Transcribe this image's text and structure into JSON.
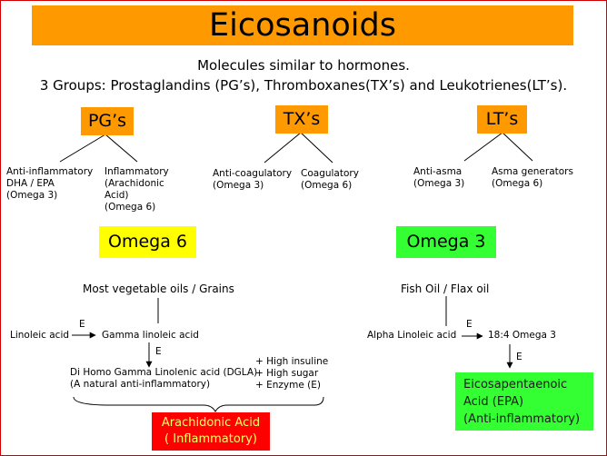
{
  "title": "Eicosanoids",
  "subtitle_1": "Molecules similar to hormones.",
  "subtitle_2": "3 Groups: Prostaglandins (PG’s), Thromboxanes(TX’s) and Leukotrienes(LT’s).",
  "groups": {
    "pg": {
      "label": "PG’s",
      "left": [
        "Anti-inflammatory",
        "DHA / EPA",
        "(Omega 3)"
      ],
      "right": [
        "Inflammatory",
        "(Arachidonic",
        "Acid)",
        "(Omega 6)"
      ]
    },
    "tx": {
      "label": "TX’s",
      "left": [
        "Anti-coagulatory",
        "(Omega 3)"
      ],
      "right": [
        "Coagulatory",
        "(Omega 6)"
      ]
    },
    "lt": {
      "label": "LT’s",
      "left": [
        "Anti-asma",
        "(Omega 3)"
      ],
      "right": [
        "Asma generators",
        "(Omega 6)"
      ]
    }
  },
  "omega6": {
    "label": "Omega 6",
    "source": "Most vegetable oils / Grains",
    "start": "Linoleic acid",
    "enzyme_1": "E",
    "step_1": "Gamma linoleic acid",
    "enzyme_2": "E",
    "step_2_lines": [
      "Di Homo Gamma Linolenic acid (DGLA)",
      "(A natural anti-inflammatory)"
    ],
    "factors": [
      "+ High insuline",
      "+ High sugar",
      "+ Enzyme (E)"
    ],
    "result_lines": [
      "Arachidonic Acid",
      "( Inflammatory)"
    ]
  },
  "omega3": {
    "label": "Omega 3",
    "source": "Fish Oil / Flax oil",
    "start": "Alpha Linoleic acid",
    "enzyme_1": "E",
    "step_1": "18:4 Omega 3",
    "enzyme_2": "E",
    "result_lines": [
      "Eicosapentaenoic",
      "Acid (EPA)",
      "(Anti-inflammatory)"
    ]
  },
  "colors": {
    "orange": "#ff9900",
    "yellow": "#ffff00",
    "green": "#33ff33",
    "red": "#ff0000",
    "border_red": "#d00000"
  }
}
